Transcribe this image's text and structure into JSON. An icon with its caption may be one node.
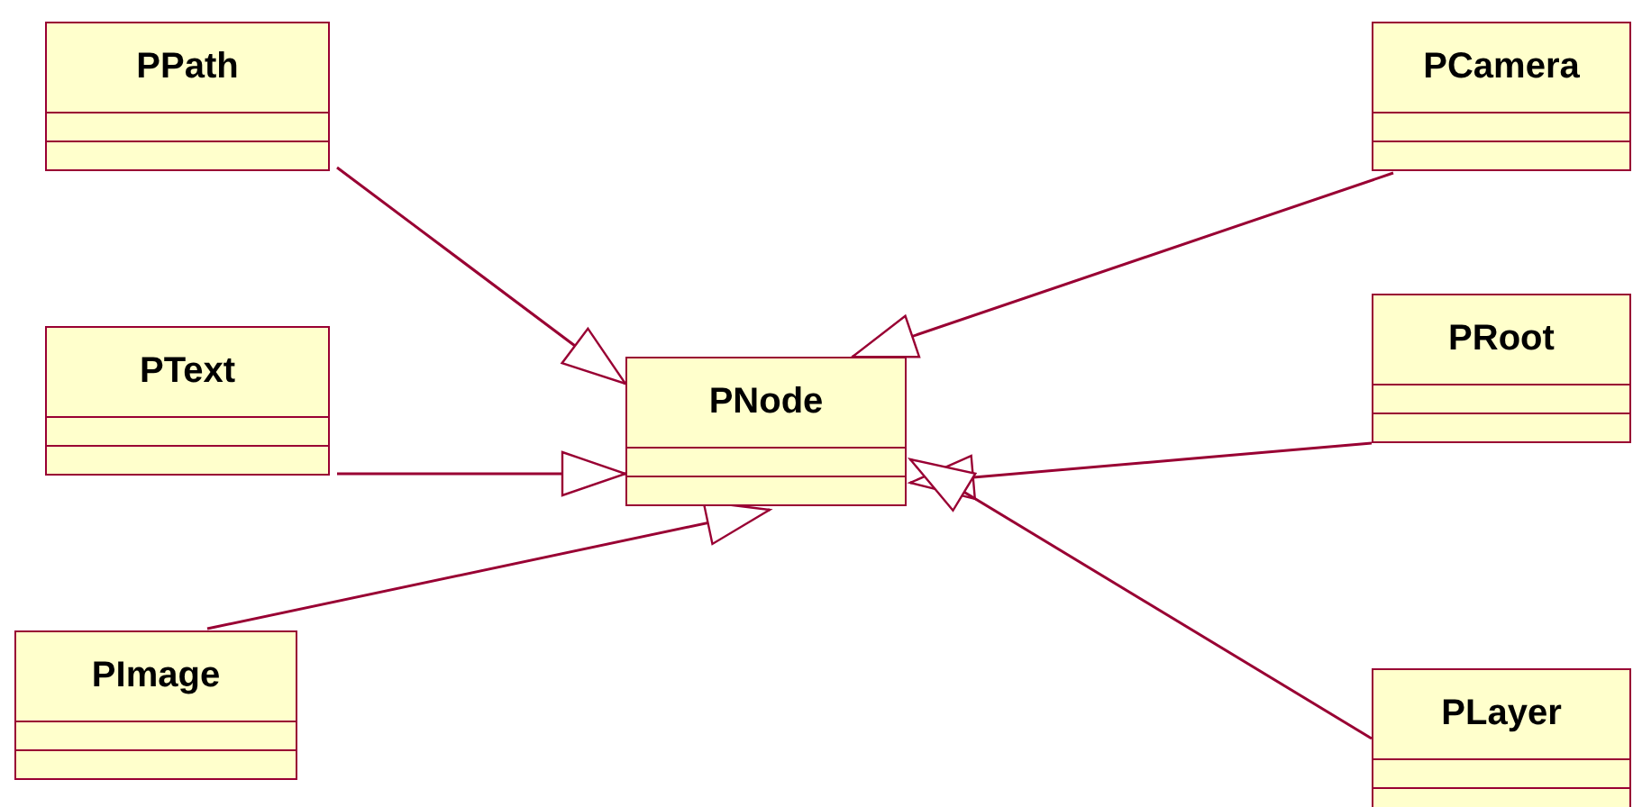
{
  "diagram": {
    "nodes": [
      {
        "text": [
          "PPath"
        ]
      },
      {
        "text": [
          "PText"
        ]
      },
      {
        "text": [
          "PImage"
        ]
      },
      {
        "text": [
          "PNode"
        ]
      },
      {
        "text": [
          "PCamera"
        ]
      },
      {
        "text": [
          "PRoot"
        ]
      },
      {
        "text": [
          "PLayer"
        ]
      }
    ],
    "edges": [
      {
        "from": 0,
        "to": 3,
        "arrow": "to"
      },
      {
        "from": 1,
        "to": 3,
        "arrow": "to"
      },
      {
        "from": 2,
        "to": 3,
        "arrow": "to"
      },
      {
        "from": 4,
        "to": 3,
        "arrow": "to"
      },
      {
        "from": 5,
        "to": 3,
        "arrow": "to"
      },
      {
        "from": 6,
        "to": 3,
        "arrow": "to"
      }
    ]
  }
}
